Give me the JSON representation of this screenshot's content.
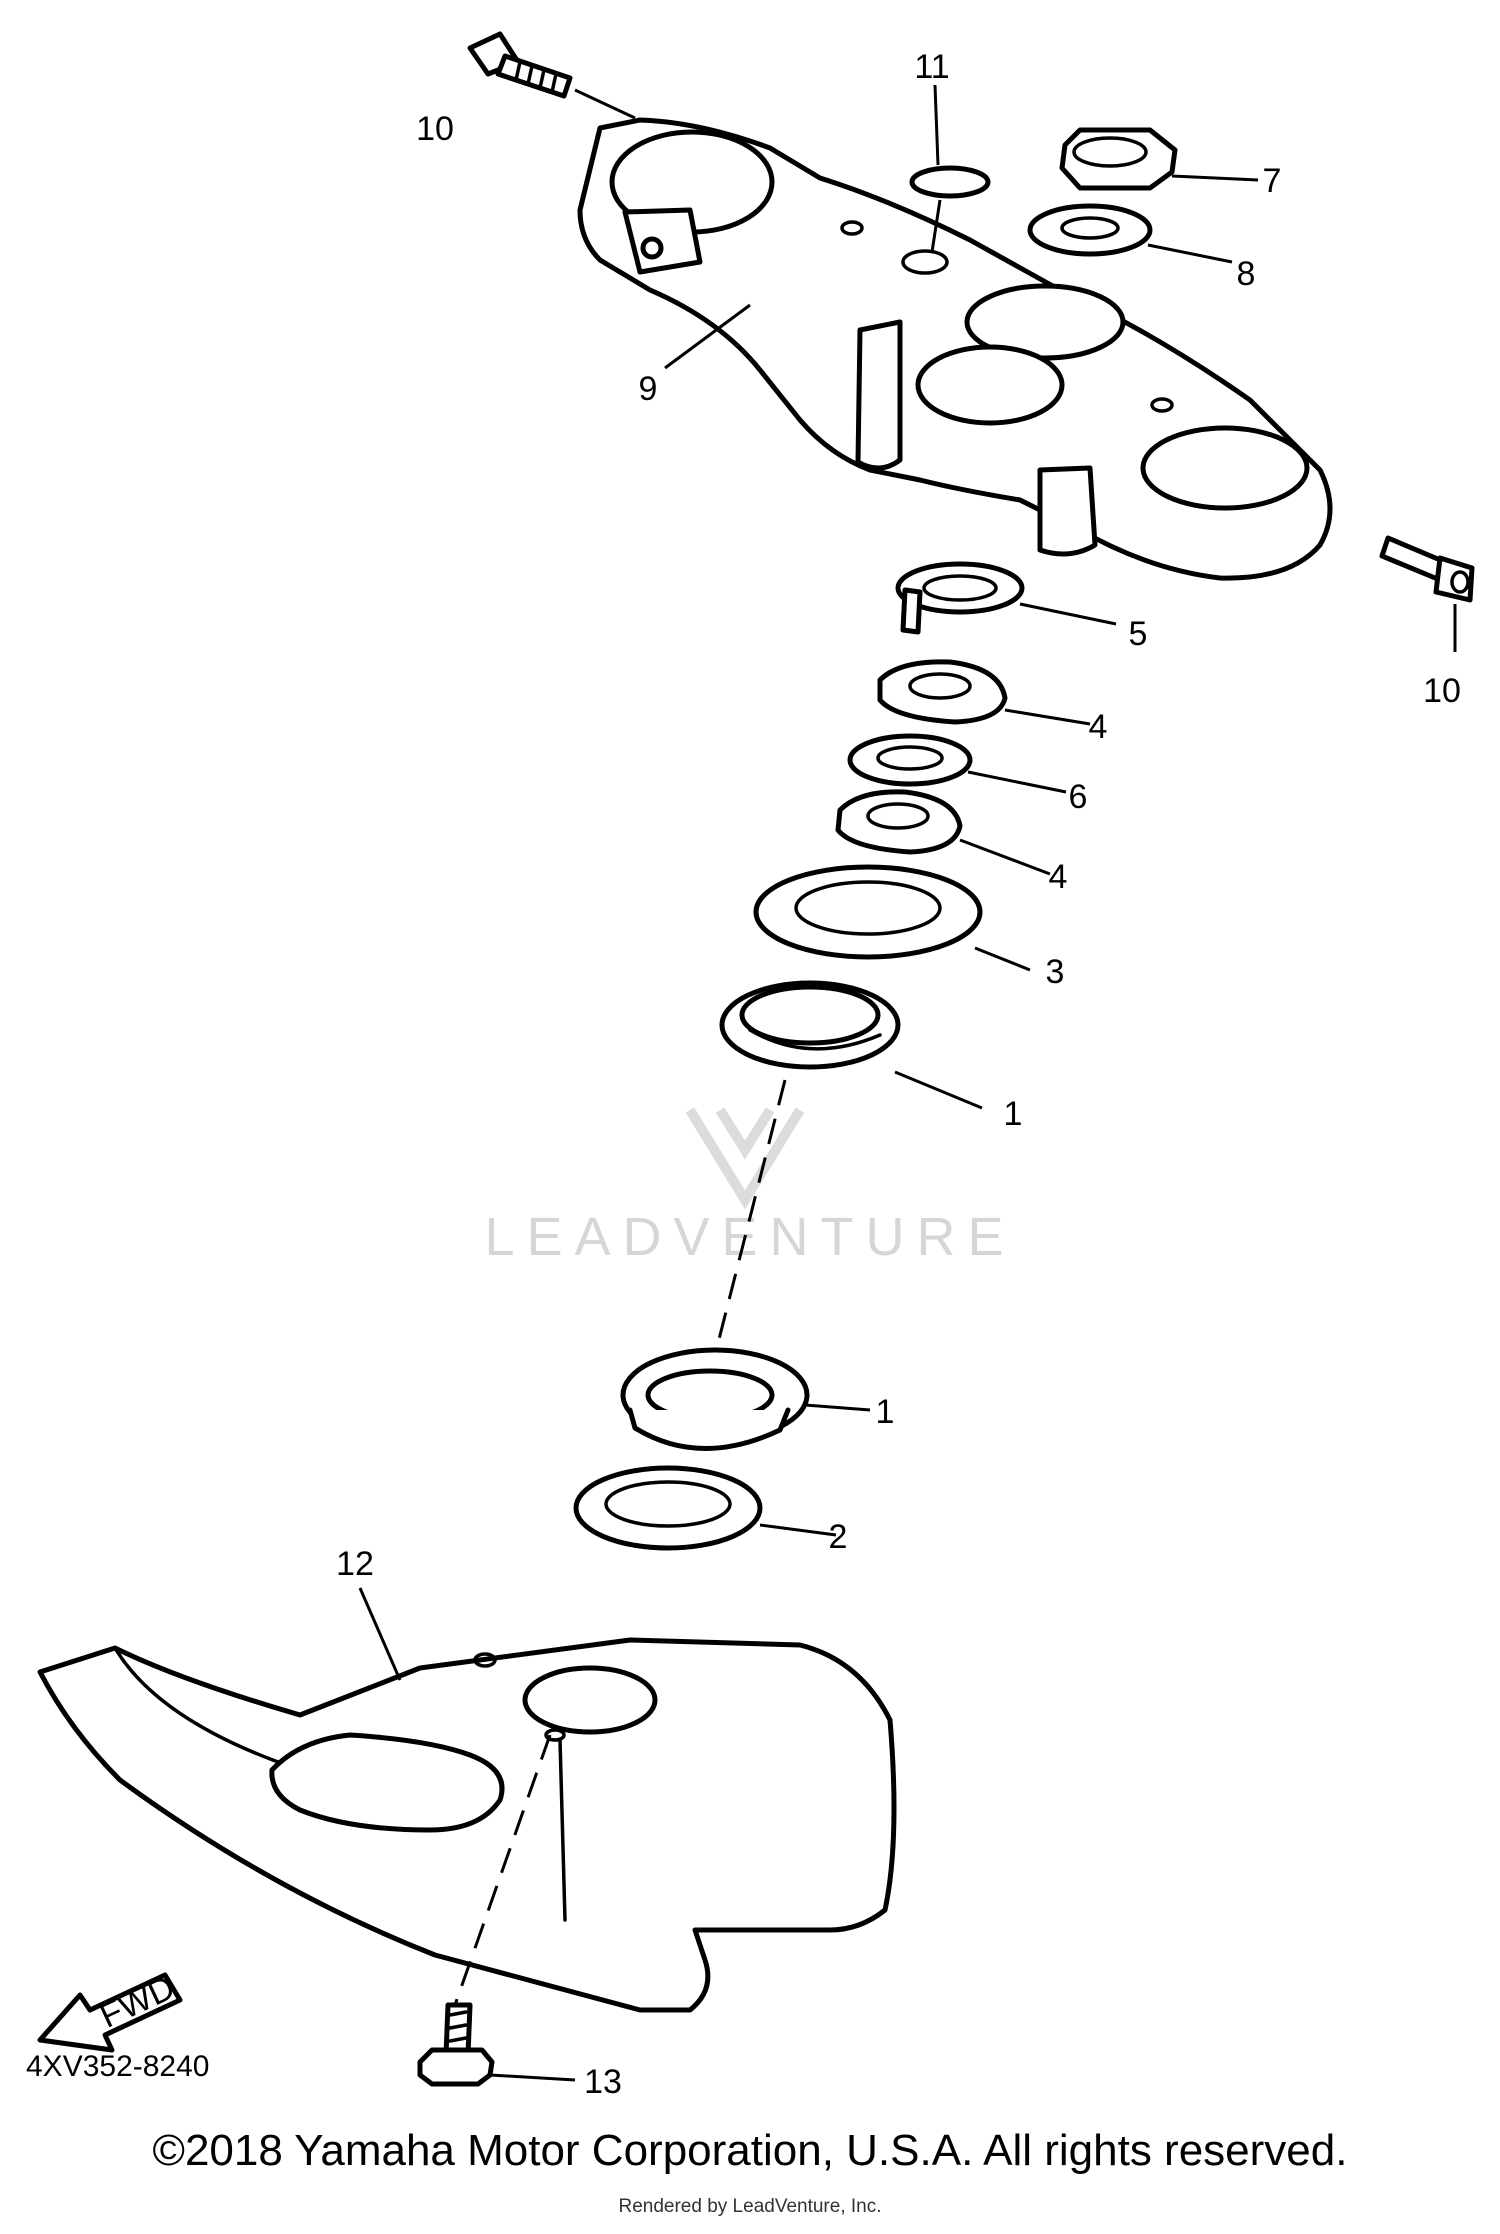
{
  "watermark": {
    "text": "LEADVENTURE"
  },
  "callouts": {
    "c1a": "1",
    "c1b": "1",
    "c2": "2",
    "c3": "3",
    "c4a": "4",
    "c4b": "4",
    "c5": "5",
    "c6": "6",
    "c7": "7",
    "c8": "8",
    "c9": "9",
    "c10a": "10",
    "c10b": "10",
    "c11": "11",
    "c12": "12",
    "c13": "13"
  },
  "fwd_label": "FWD",
  "diagram_id": "4XV352-8240",
  "footer": {
    "copyright": "©2018 Yamaha Motor Corporation, U.S.A. All rights reserved.",
    "rendered_by": "Rendered by LeadVenture, Inc."
  }
}
